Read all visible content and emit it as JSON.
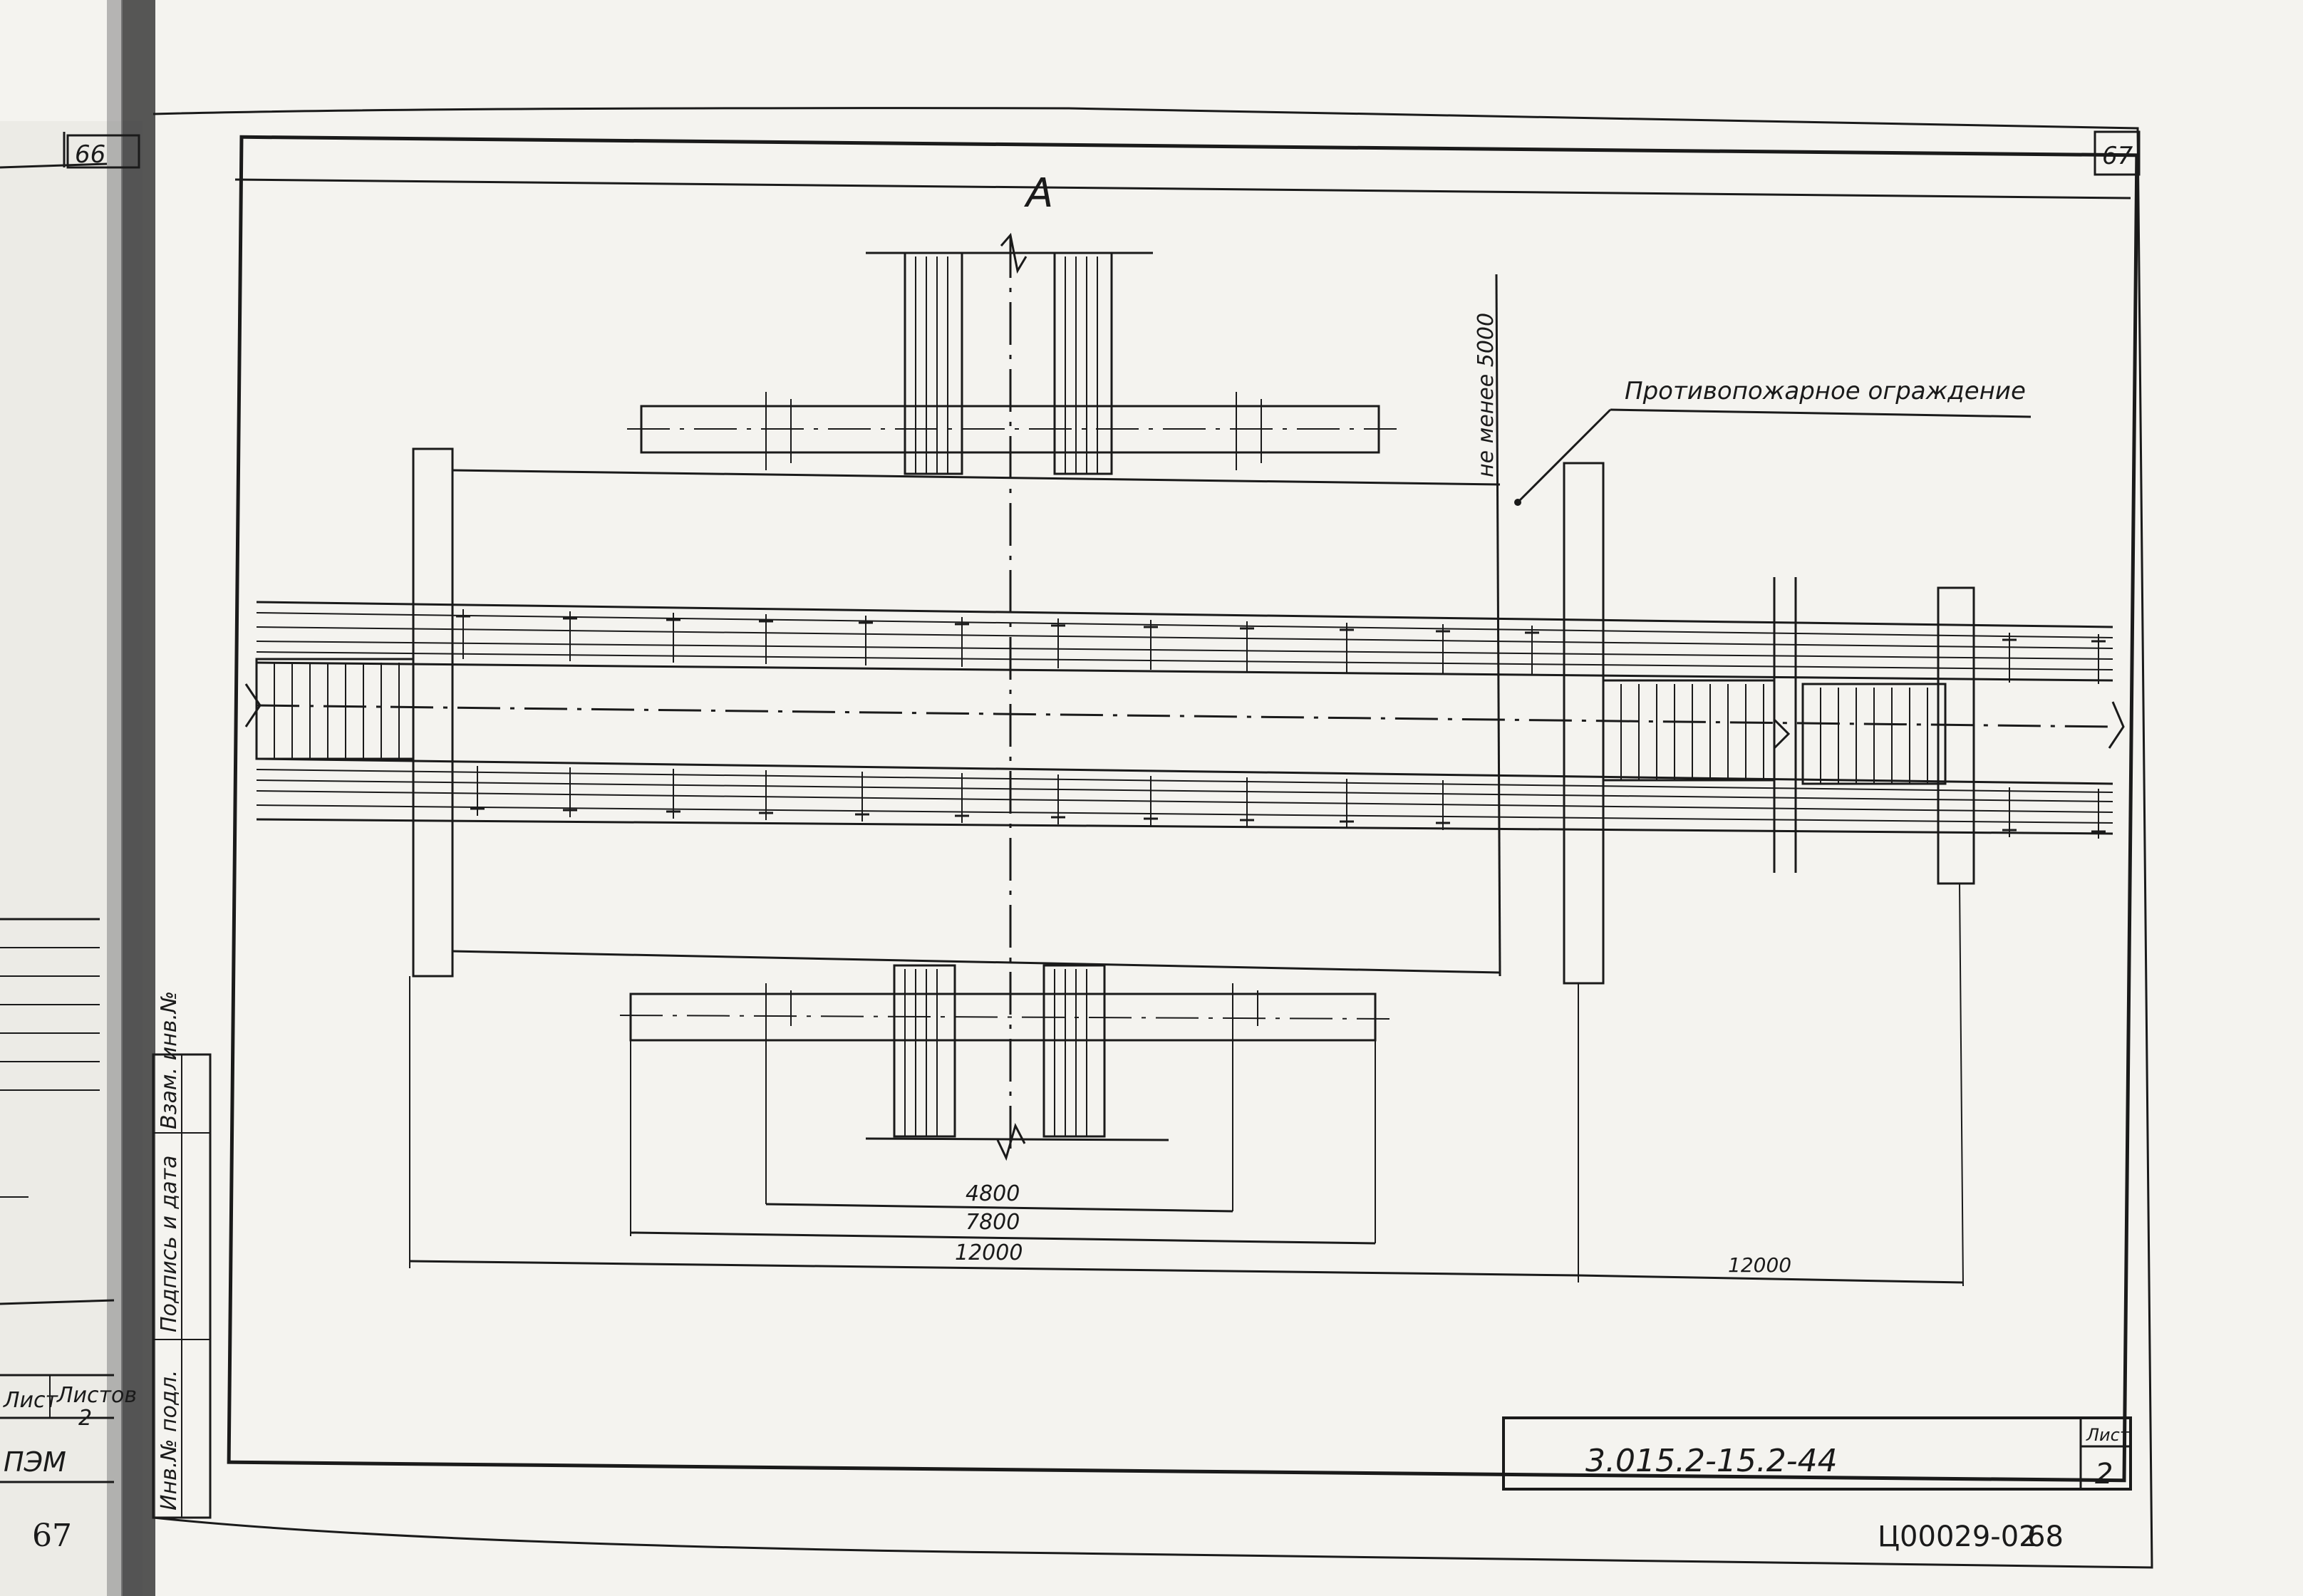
{
  "view_label": "A",
  "fire_barrier_label": "Противопожарное ограждение",
  "min_distance_label": "не менее 5000",
  "dimensions": {
    "d4800": "4800",
    "d7800": "7800",
    "d12000_left": "12000",
    "d12000_right": "12000"
  },
  "prev_page_number": "66",
  "page_number": "67",
  "drawing_code": "3.015.2-15.2-44",
  "sheet_label": "Лист",
  "sheet_number": "2",
  "archive_code": "Ц00029-02",
  "archive_page": "68",
  "left_page": {
    "sheet_header": "Лист",
    "sheets_header": "Листов",
    "sheets_count": "2",
    "org": "ПЭМ",
    "bottom_number": "67"
  },
  "stamp_columns": [
    "Инв.№ подл.",
    "Подпись и дата",
    "Взам. инв.№"
  ],
  "colors": {
    "paper": "#f4f3ef",
    "ink": "#1a1a1a",
    "binding": "#3a3a3a"
  }
}
